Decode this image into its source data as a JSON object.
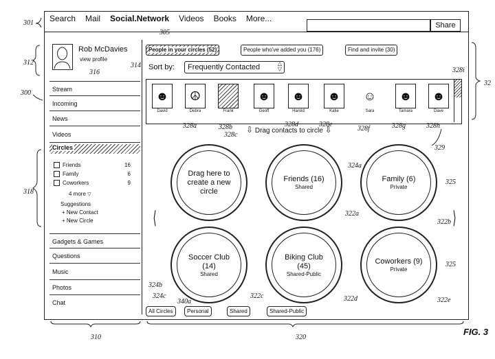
{
  "refs": {
    "r301": "301",
    "r305": "305",
    "r312": "312",
    "r314": "314",
    "r316": "316",
    "r300": "300",
    "r318": "318",
    "r310": "310",
    "r320": "320",
    "r329": "329",
    "r328a": "328a",
    "r328b": "328b",
    "r328c": "328c",
    "r328d": "328d",
    "r328e": "328e",
    "r328f": "328f",
    "r328g": "328g",
    "r328h": "328h",
    "r328i": "328i",
    "r324a": "324a",
    "r325a": "325",
    "r325b": "325",
    "r322a": "322a",
    "r322b": "322b",
    "r324b": "324b",
    "r324c": "324c",
    "r340a": "340a",
    "r322c": "322c",
    "r322d": "322d",
    "r322e": "322e",
    "r32x": "32"
  },
  "figure_label": "FIG. 3",
  "topbar": {
    "items": [
      "Search",
      "Mail",
      "Social.Network",
      "Videos",
      "Books",
      "More..."
    ],
    "share_label": "Share",
    "search_value": ""
  },
  "profile": {
    "name": "Rob McDavies",
    "link": "view profile"
  },
  "nav": {
    "top_items": [
      "Stream",
      "Incoming",
      "News",
      "Videos"
    ],
    "circles_header": "Circles",
    "circles": [
      {
        "label": "Friends",
        "count": "16"
      },
      {
        "label": "Family",
        "count": "6"
      },
      {
        "label": "Coworkers",
        "count": "9"
      }
    ],
    "more": "4 more",
    "suggestions_header": "Suggestions",
    "suggestions": [
      "+ New Contact",
      "+ New Circle"
    ],
    "bottom_items": [
      "Gadgets & Games",
      "Questions",
      "Music",
      "Photos",
      "Chat"
    ]
  },
  "tabs": [
    "People in your circles (52)",
    "People who've added you (176)",
    "Find and invite (30)"
  ],
  "sort": {
    "label": "Sort by:",
    "value": "Frequently Contacted"
  },
  "contacts": [
    "David",
    "Debra",
    "Frank",
    "Geoff",
    "Harold",
    "Katie",
    "Sara",
    "Tamara",
    "Dave"
  ],
  "drag_hint": "Drag contacts to circle",
  "circles": [
    {
      "title": "Drag here to create a new circle",
      "sub": ""
    },
    {
      "title": "Friends (16)",
      "sub": "Shared"
    },
    {
      "title": "Family (6)",
      "sub": "Private"
    },
    {
      "title": "Soccer Club (14)",
      "sub": "Shared"
    },
    {
      "title": "Biking Club (45)",
      "sub": "Shared-Public"
    },
    {
      "title": "Coworkers (9)",
      "sub": "Private"
    }
  ],
  "filters": [
    "All Circles",
    "Personal",
    "Shared",
    "Shared-Public"
  ]
}
